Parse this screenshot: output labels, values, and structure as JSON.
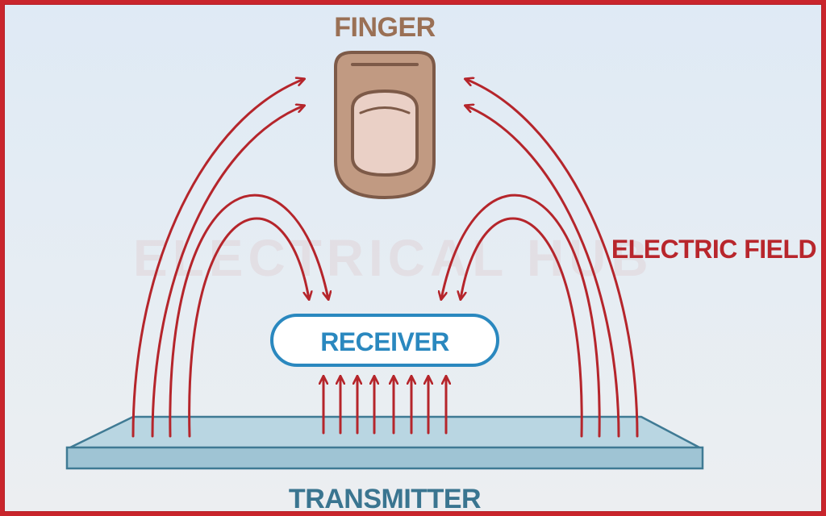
{
  "labels": {
    "finger": "FINGER",
    "electric_field": "ELECTRIC FIELD",
    "receiver": "RECEIVER",
    "transmitter": "TRANSMITTER"
  },
  "watermark": "ELECTRICAL HUB",
  "colors": {
    "frame": "#c9252c",
    "field_arrow": "#b5252b",
    "finger_label": "#9a7055",
    "receiver_text": "#2a88bf",
    "receiver_border": "#2a88bf",
    "transmitter_text": "#3a7590",
    "plate_fill": "#a5c8d7",
    "plate_edge": "#3f7a94",
    "finger_skin": "#c19a82",
    "nail": "#ecd3c9"
  }
}
